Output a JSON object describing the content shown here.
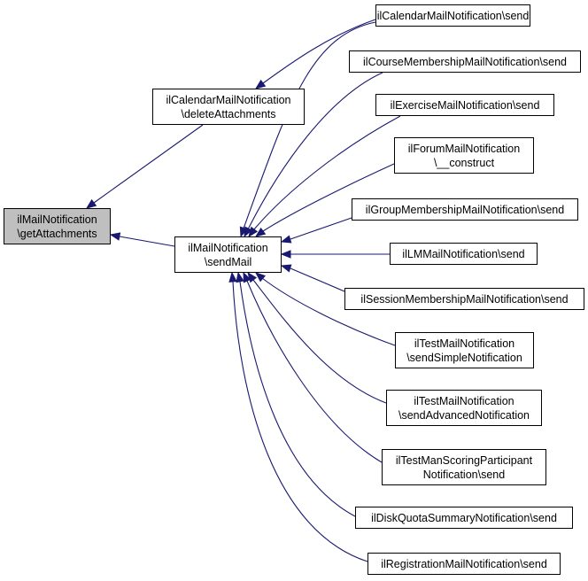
{
  "colors": {
    "edge": "#191970",
    "node_border": "#000000",
    "node_fill": "#ffffff",
    "root_fill": "#bfbfbf"
  },
  "nodes": {
    "root": {
      "line1": "ilMailNotification",
      "line2": "\\getAttachments"
    },
    "calendar_delete": {
      "line1": "ilCalendarMailNotification",
      "line2": "\\deleteAttachments"
    },
    "send_mail": {
      "line1": "ilMailNotification",
      "line2": "\\sendMail"
    },
    "calendar_send": {
      "line1": "ilCalendarMailNotification\\send"
    },
    "course_send": {
      "line1": "ilCourseMembershipMailNotification\\send"
    },
    "exercise_send": {
      "line1": "ilExerciseMailNotification\\send"
    },
    "forum_construct": {
      "line1": "ilForumMailNotification",
      "line2": "\\__construct"
    },
    "group_send": {
      "line1": "ilGroupMembershipMailNotification\\send"
    },
    "lm_send": {
      "line1": "ilLMMailNotification\\send"
    },
    "session_send": {
      "line1": "ilSessionMembershipMailNotification\\send"
    },
    "test_simple": {
      "line1": "ilTestMailNotification",
      "line2": "\\sendSimpleNotification"
    },
    "test_advanced": {
      "line1": "ilTestMailNotification",
      "line2": "\\sendAdvancedNotification"
    },
    "test_scoring": {
      "line1": "ilTestManScoringParticipant",
      "line2": "Notification\\send"
    },
    "disk_quota": {
      "line1": "ilDiskQuotaSummaryNotification\\send"
    },
    "registration": {
      "line1": "ilRegistrationMailNotification\\send"
    }
  }
}
